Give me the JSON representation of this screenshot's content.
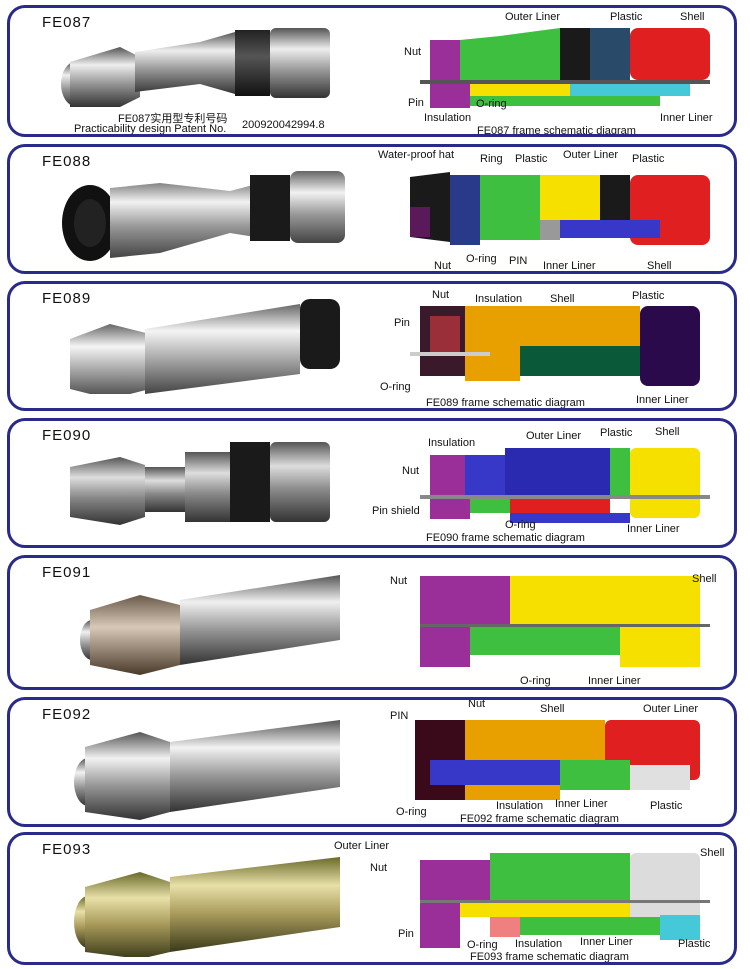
{
  "panels": [
    {
      "code": "FE087",
      "patent_cn": "FE087实用型专利号码",
      "patent_en": "Practicability design Patent No.",
      "patent_no": "200920042994.8",
      "labels": {
        "outer_liner": "Outer Liner",
        "plastic": "Plastic",
        "shell": "Shell",
        "nut": "Nut",
        "pin": "Pin",
        "insulation": "Insulation",
        "o_ring": "O-ring",
        "inner_liner": "Inner Liner",
        "caption": "FE087  frame schematic diagram"
      }
    },
    {
      "code": "FE088",
      "labels": {
        "water_proof_hat": "Water-proof hat",
        "ring": "Ring",
        "plastic_a": "Plastic",
        "outer_liner": "Outer Liner",
        "plastic_b": "Plastic",
        "nut": "Nut",
        "o_ring": "O-ring",
        "pin": "PIN",
        "inner_liner": "Inner Liner",
        "shell": "Shell"
      }
    },
    {
      "code": "FE089",
      "labels": {
        "nut": "Nut",
        "insulation": "Insulation",
        "shell": "Shell",
        "plastic": "Plastic",
        "pin": "Pin",
        "o_ring": "O-ring",
        "inner_liner": "Inner Liner",
        "caption": "FE089  frame schematic diagram"
      }
    },
    {
      "code": "FE090",
      "labels": {
        "insulation": "Insulation",
        "outer_liner": "Outer Liner",
        "plastic": "Plastic",
        "shell": "Shell",
        "nut": "Nut",
        "pin_shield": "Pin shield",
        "o_ring": "O-ring",
        "inner_liner": "Inner Liner",
        "caption": "FE090  frame schematic diagram"
      }
    },
    {
      "code": "FE091",
      "labels": {
        "nut": "Nut",
        "shell": "Shell",
        "o_ring": "O-ring",
        "inner_liner": "Inner Liner"
      }
    },
    {
      "code": "FE092",
      "labels": {
        "nut": "Nut",
        "pin": "PIN",
        "shell": "Shell",
        "outer_liner": "Outer Liner",
        "o_ring": "O-ring",
        "insulation": "Insulation",
        "inner_liner": "Inner Liner",
        "plastic": "Plastic",
        "caption": "FE092  frame schematic diagram"
      }
    },
    {
      "code": "FE093",
      "labels": {
        "outer_liner": "Outer Liner",
        "nut": "Nut",
        "shell": "Shell",
        "pin": "Pin",
        "o_ring": "O-ring",
        "insulation": "Insulation",
        "inner_liner": "Inner Liner",
        "plastic": "Plastic",
        "caption": "FE093  frame schematic diagram"
      }
    }
  ],
  "colors": {
    "frame": "#2a2a8a",
    "arrow": "#cc1111",
    "purple": "#9a2f9a",
    "green": "#3fbf3f",
    "red": "#e02020",
    "yellow": "#f5e000",
    "orange": "#e8a000",
    "blue": "#3838c8",
    "cyan": "#45c8d8",
    "black": "#1a1a1a"
  }
}
